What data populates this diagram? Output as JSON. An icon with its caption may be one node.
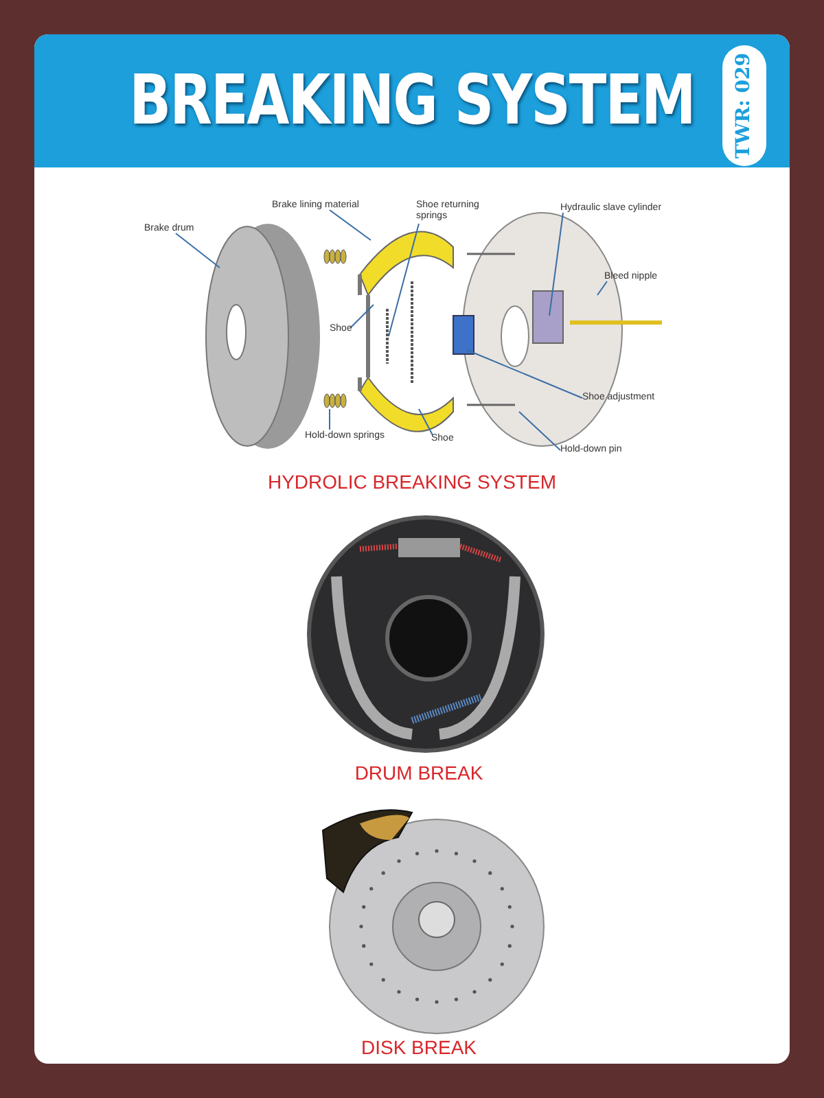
{
  "diagram": {
    "title": "BREAKING SYSTEM",
    "nodes": [
      {
        "text": [
          "Brake drum"
        ]
      },
      {
        "text": [
          "Brake lining material"
        ]
      },
      {
        "text": [
          "Shoe returning springs"
        ]
      },
      {
        "text": [
          "Shoe"
        ]
      },
      {
        "text": [
          "Hold-down springs"
        ]
      },
      {
        "text": [
          "Shoe"
        ]
      },
      {
        "text": [
          "Hydraulic slave cylinder"
        ]
      },
      {
        "text": [
          "Bleed nipple"
        ]
      },
      {
        "text": [
          "Shoe adjustment"
        ]
      },
      {
        "text": [
          "Hold-down pin"
        ]
      }
    ],
    "edges": [
      {
        "from": 0,
        "to": null,
        "arrow": "none"
      },
      {
        "from": 1,
        "to": null,
        "arrow": "none"
      },
      {
        "from": 2,
        "to": null,
        "arrow": "none"
      },
      {
        "from": 3,
        "to": null,
        "arrow": "none"
      },
      {
        "from": 4,
        "to": null,
        "arrow": "none"
      },
      {
        "from": 5,
        "to": null,
        "arrow": "none"
      },
      {
        "from": 6,
        "to": null,
        "arrow": "none"
      },
      {
        "from": 7,
        "to": null,
        "arrow": "none"
      },
      {
        "from": 8,
        "to": null,
        "arrow": "none"
      },
      {
        "from": 9,
        "to": null,
        "arrow": "none"
      }
    ],
    "labels": [
      "TWR: 029",
      "HYDROLIC BREAKING SYSTEM",
      "DRUM BREAK",
      "DISK BREAK"
    ]
  }
}
